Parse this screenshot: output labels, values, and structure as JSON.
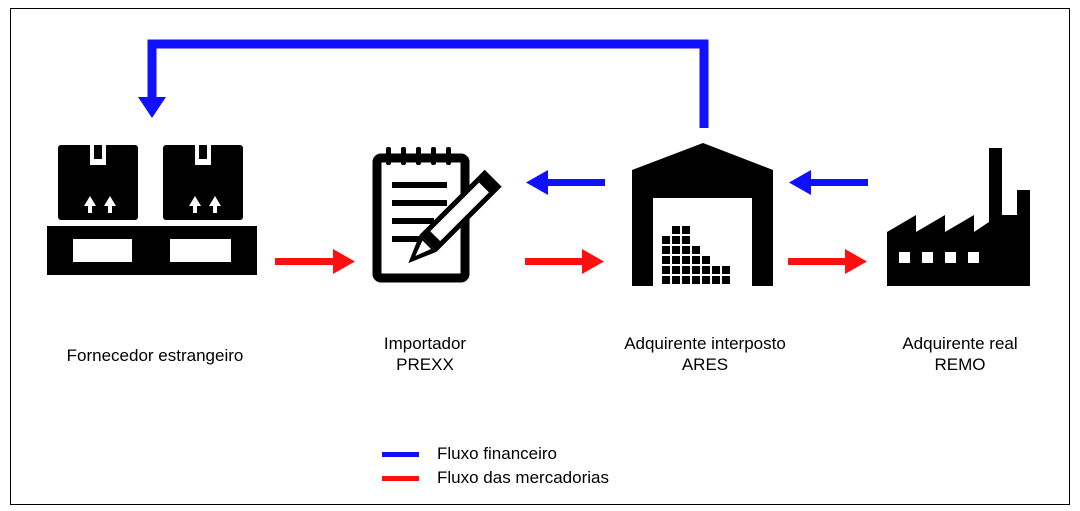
{
  "nodes": {
    "supplier": {
      "label": "Fornecedor estrangeiro",
      "icon": "pallet-boxes-icon"
    },
    "importer": {
      "label_line1": "Importador",
      "label_line2": "PREXX",
      "icon": "notepad-pencil-icon"
    },
    "intermediary": {
      "label_line1": "Adquirente interposto",
      "label_line2": "ARES",
      "icon": "warehouse-icon"
    },
    "buyer": {
      "label_line1": "Adquirente real",
      "label_line2": "REMO",
      "icon": "factory-icon"
    }
  },
  "legend": {
    "financial": {
      "label": "Fluxo financeiro",
      "color": "#1010ff"
    },
    "goods": {
      "label": "Fluxo das mercadorias",
      "color": "#ff1010"
    }
  }
}
